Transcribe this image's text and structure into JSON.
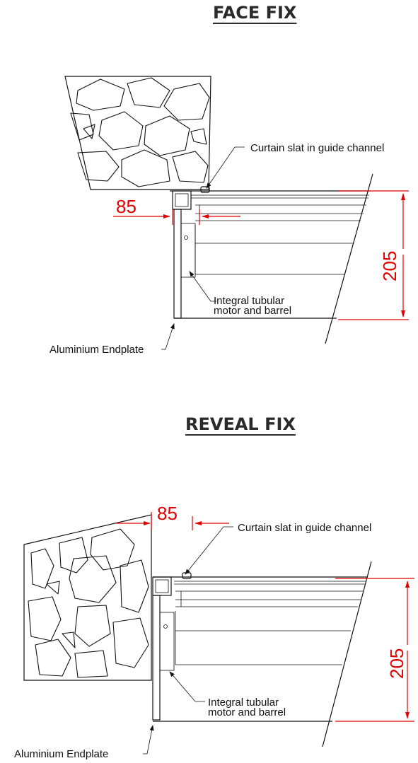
{
  "face_fix": {
    "title": "FACE FIX",
    "dim_width": "85",
    "dim_height": "205",
    "label_slat": "Curtain slat in guide channel",
    "label_motor_1": "Integral tubular",
    "label_motor_2": "motor and barrel",
    "label_endplate": "Aluminium Endplate"
  },
  "reveal_fix": {
    "title": "REVEAL FIX",
    "dim_width": "85",
    "dim_height": "205",
    "label_slat": "Curtain slat in guide channel",
    "label_motor_1": "Integral tubular",
    "label_motor_2": "motor and barrel",
    "label_endplate": "Aluminium Endplate"
  },
  "colors": {
    "dimension": "#e00000",
    "linework": "#111111",
    "title": "#2a2a2a"
  }
}
